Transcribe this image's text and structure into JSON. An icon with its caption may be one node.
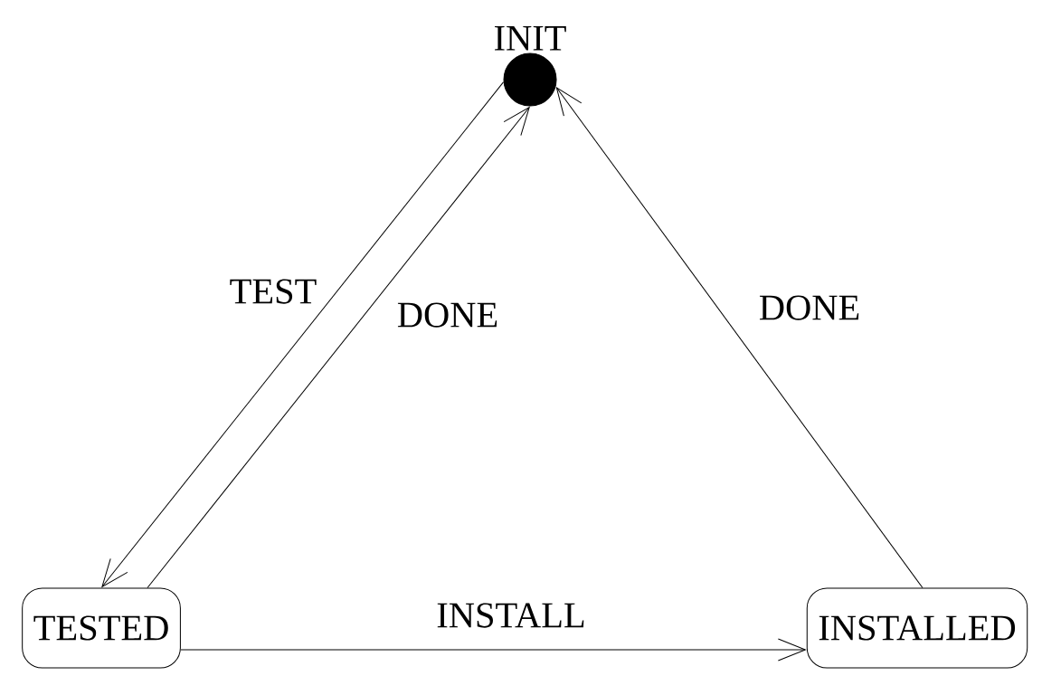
{
  "diagram": {
    "nodes": [
      {
        "text": [
          "INIT"
        ]
      },
      {
        "text": [
          "TESTED"
        ]
      },
      {
        "text": [
          "INSTALLED"
        ]
      }
    ],
    "edges": [
      {
        "from": 0,
        "to": 1,
        "arrow": "to",
        "label": "TEST"
      },
      {
        "from": 1,
        "to": 0,
        "arrow": "to",
        "label": "DONE"
      },
      {
        "from": 1,
        "to": 2,
        "arrow": "to",
        "label": "INSTALL"
      },
      {
        "from": 2,
        "to": 0,
        "arrow": "to",
        "label": "DONE"
      }
    ]
  }
}
